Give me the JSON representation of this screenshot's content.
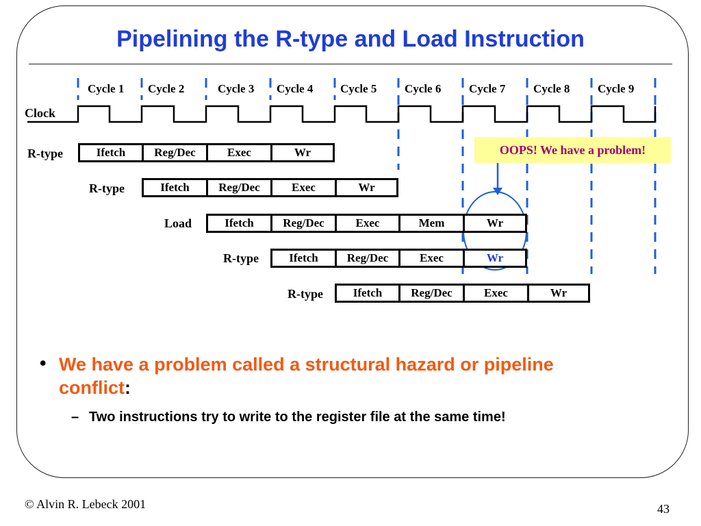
{
  "title": "Pipelining the R-type and Load Instruction",
  "cycles": [
    "Cycle 1",
    "Cycle 2",
    "Cycle 3",
    "Cycle 4",
    "Cycle 5",
    "Cycle 6",
    "Cycle 7",
    "Cycle 8",
    "Cycle 9"
  ],
  "clock_label": "Clock",
  "instructions": [
    {
      "label": "R-type",
      "stages": [
        "Ifetch",
        "Reg/Dec",
        "Exec",
        "Wr"
      ]
    },
    {
      "label": "R-type",
      "stages": [
        "Ifetch",
        "Reg/Dec",
        "Exec",
        "Wr"
      ]
    },
    {
      "label": "Load",
      "stages": [
        "Ifetch",
        "Reg/Dec",
        "Exec",
        "Mem",
        "Wr"
      ]
    },
    {
      "label": "R-type",
      "stages": [
        "Ifetch",
        "Reg/Dec",
        "Exec",
        "Wr"
      ]
    },
    {
      "label": "R-type",
      "stages": [
        "Ifetch",
        "Reg/Dec",
        "Exec",
        "Wr"
      ]
    }
  ],
  "callout": "OOPS!  We have a problem!",
  "bullet": {
    "marker": "•",
    "text": "We have a problem called a structural hazard or pipeline conflict",
    "colon": ":"
  },
  "sub_bullet": {
    "marker": "–",
    "text": "Two instructions try to write to the register file at the same time!"
  },
  "footer": {
    "copyright": "© Alvin R. Lebeck 2001",
    "page_number": "43"
  },
  "colors": {
    "title": "#1f3dd6",
    "dash_lines": "#1f5fd6",
    "bullet": "#f05a14",
    "callout_bg": "#ffff99",
    "callout_text": "#a0007a",
    "highlight_wr": "#1f3dd6"
  }
}
